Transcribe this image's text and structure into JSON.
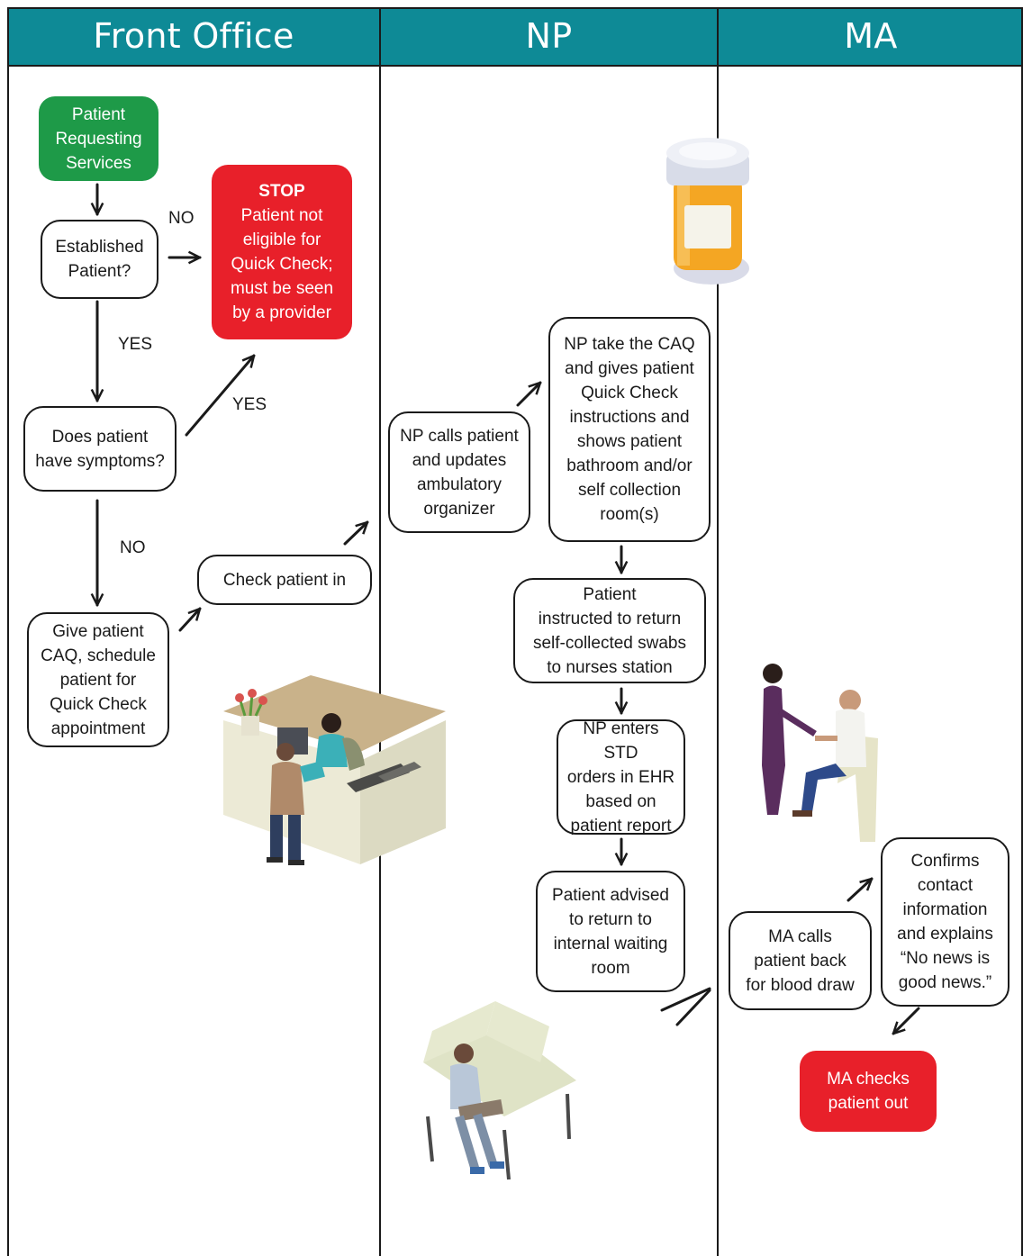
{
  "lanes": [
    {
      "label": "Front Office"
    },
    {
      "label": "NP"
    },
    {
      "label": "MA"
    }
  ],
  "nodes": {
    "start": "Patient\nRequesting\nServices",
    "established": "Established\nPatient?",
    "stop_title": "STOP",
    "stop_body": "Patient not\neligible for\nQuick Check;\nmust be seen\nby a provider",
    "symptoms": "Does patient\nhave symptoms?",
    "give_caq": "Give patient\nCAQ, schedule\npatient for\nQuick Check\nappointment",
    "check_in": "Check patient in",
    "np_calls": "NP calls patient\nand updates\nambulatory\norganizer",
    "np_caq": "NP take the CAQ\nand gives patient\nQuick Check\ninstructions and\nshows patient\nbathroom and/or\nself collection\nroom(s)",
    "return_swabs": "Patient\ninstructed to return\nself-collected swabs\nto nurses station",
    "std_orders": "NP enters STD\norders in EHR\nbased on\npatient report",
    "waiting_room": "Patient advised\nto return to\ninternal waiting\nroom",
    "ma_calls": "MA calls\npatient back\nfor blood draw",
    "confirms": "Confirms\ncontact\ninformation\nand explains\n“No news is\ngood news.”",
    "checkout": "MA checks\npatient out"
  },
  "edge_labels": {
    "no_1": "NO",
    "yes_1": "YES",
    "yes_2": "YES",
    "no_2": "NO"
  },
  "colors": {
    "header": "#0e8a96",
    "start": "#1e9a48",
    "stop": "#e8202a",
    "line": "#1a1a1a"
  },
  "illustrations": [
    "pill-bottle",
    "reception-desk",
    "blood-draw",
    "waiting-room-seat"
  ]
}
